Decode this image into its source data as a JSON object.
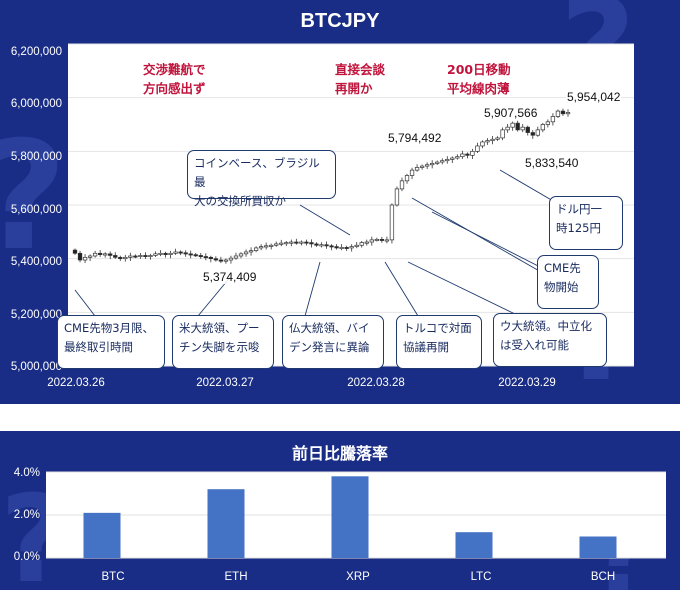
{
  "main_chart": {
    "title": "BTCJPY",
    "y_ticks": [
      "6,200,000",
      "6,000,000",
      "5,800,000",
      "5,600,000",
      "5,400,000",
      "5,200,000",
      "5,000,000"
    ],
    "x_ticks": [
      "2022.03.26",
      "2022.03.27",
      "2022.03.28",
      "2022.03.29"
    ],
    "headlines": [
      {
        "text": "交渉難航で\n方向感出ず"
      },
      {
        "text": "直接会談\n再開か"
      },
      {
        "text": "200日移動\n平均線肉薄"
      }
    ],
    "value_labels": [
      "5,374,409",
      "5,794,492",
      "5,907,566",
      "5,954,042",
      "5,833,540"
    ],
    "callouts": [
      {
        "text": "CME先物3月限、\n最終取引時間"
      },
      {
        "text": "米大統領、プー\nチン失脚を示唆"
      },
      {
        "text": "仏大統領、バイ\nデン発言に異論"
      },
      {
        "text": "トルコで対面\n協議再開"
      },
      {
        "text": "ウ大統領。中立化\nは受入れ可能"
      },
      {
        "text": "コインベース、ブラジル最\n大の交換所買収か"
      },
      {
        "text": "ドル円一\n時125円"
      },
      {
        "text": "CME先\n物開始"
      }
    ]
  },
  "chart_data": [
    {
      "type": "candlestick",
      "title": "BTCJPY",
      "ylim": [
        5000000,
        6200000
      ],
      "x_ticks": [
        "2022.03.26",
        "2022.03.27",
        "2022.03.28",
        "2022.03.29"
      ],
      "annotated_values": {
        "low_2022_03_27": 5374409,
        "breakout_level": 5794492,
        "recent_high_1": 5907566,
        "recent_high_2": 5954042,
        "pullback_low": 5833540
      },
      "close_path": [
        5420000,
        5395000,
        5405000,
        5410000,
        5420000,
        5415000,
        5418000,
        5412000,
        5405000,
        5400000,
        5405000,
        5410000,
        5408000,
        5412000,
        5410000,
        5412000,
        5418000,
        5420000,
        5415000,
        5420000,
        5425000,
        5422000,
        5418000,
        5415000,
        5412000,
        5408000,
        5405000,
        5400000,
        5395000,
        5392000,
        5395000,
        5402000,
        5410000,
        5418000,
        5425000,
        5430000,
        5440000,
        5445000,
        5448000,
        5450000,
        5455000,
        5458000,
        5460000,
        5462000,
        5458000,
        5462000,
        5460000,
        5455000,
        5450000,
        5452000,
        5448000,
        5445000,
        5440000,
        5442000,
        5440000,
        5445000,
        5450000,
        5460000,
        5462000,
        5470000,
        5472000,
        5468000,
        5470000,
        5600000,
        5660000,
        5690000,
        5710000,
        5730000,
        5740000,
        5745000,
        5750000,
        5755000,
        5760000,
        5765000,
        5770000,
        5775000,
        5780000,
        5790000,
        5785000,
        5800000,
        5820000,
        5835000,
        5840000,
        5845000,
        5850000,
        5880000,
        5890000,
        5905000,
        5880000,
        5890000,
        5870000,
        5860000,
        5880000,
        5900000,
        5910000,
        5930000,
        5950000,
        5940000,
        5945000
      ]
    },
    {
      "type": "bar",
      "title": "前日比騰落率",
      "categories": [
        "BTC",
        "ETH",
        "XRP",
        "LTC",
        "BCH"
      ],
      "values": [
        2.1,
        3.2,
        3.8,
        1.2,
        1.0
      ],
      "ylim": [
        0,
        4.0
      ],
      "y_ticks": [
        "4.0%",
        "2.0%",
        "0.0%"
      ],
      "color": "#4472c4"
    }
  ],
  "bar_chart": {
    "title": "前日比騰落率"
  },
  "colors": {
    "panel": "#1a2d86",
    "bar": "#4472c4",
    "headline": "#c0143c",
    "candle_up": "#ffffff",
    "candle_down": "#222222"
  }
}
